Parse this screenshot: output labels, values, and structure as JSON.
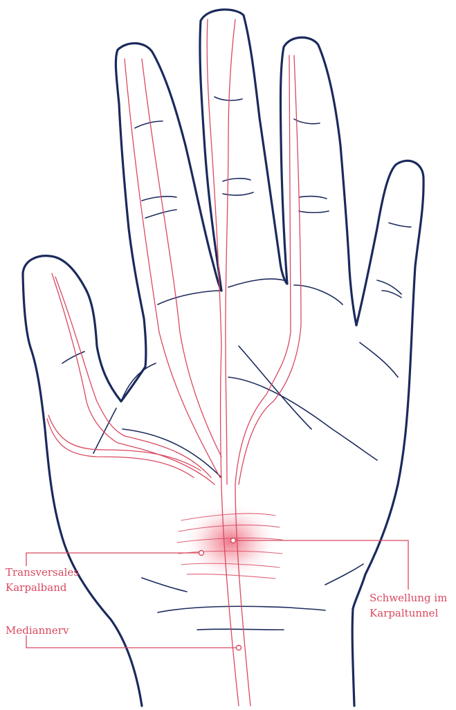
{
  "diagram": {
    "colors": {
      "outline": "#1b2a5c",
      "nerve": "#d9485f",
      "swelling": "#e84a62",
      "background": "#ffffff"
    },
    "labels": {
      "transverse_ligament": {
        "line1": "Transversales",
        "line2": "Karpalband"
      },
      "median_nerve": "Mediannerv",
      "swelling": {
        "line1": "Schwellung im",
        "line2": "Karpaltunnel"
      }
    }
  }
}
